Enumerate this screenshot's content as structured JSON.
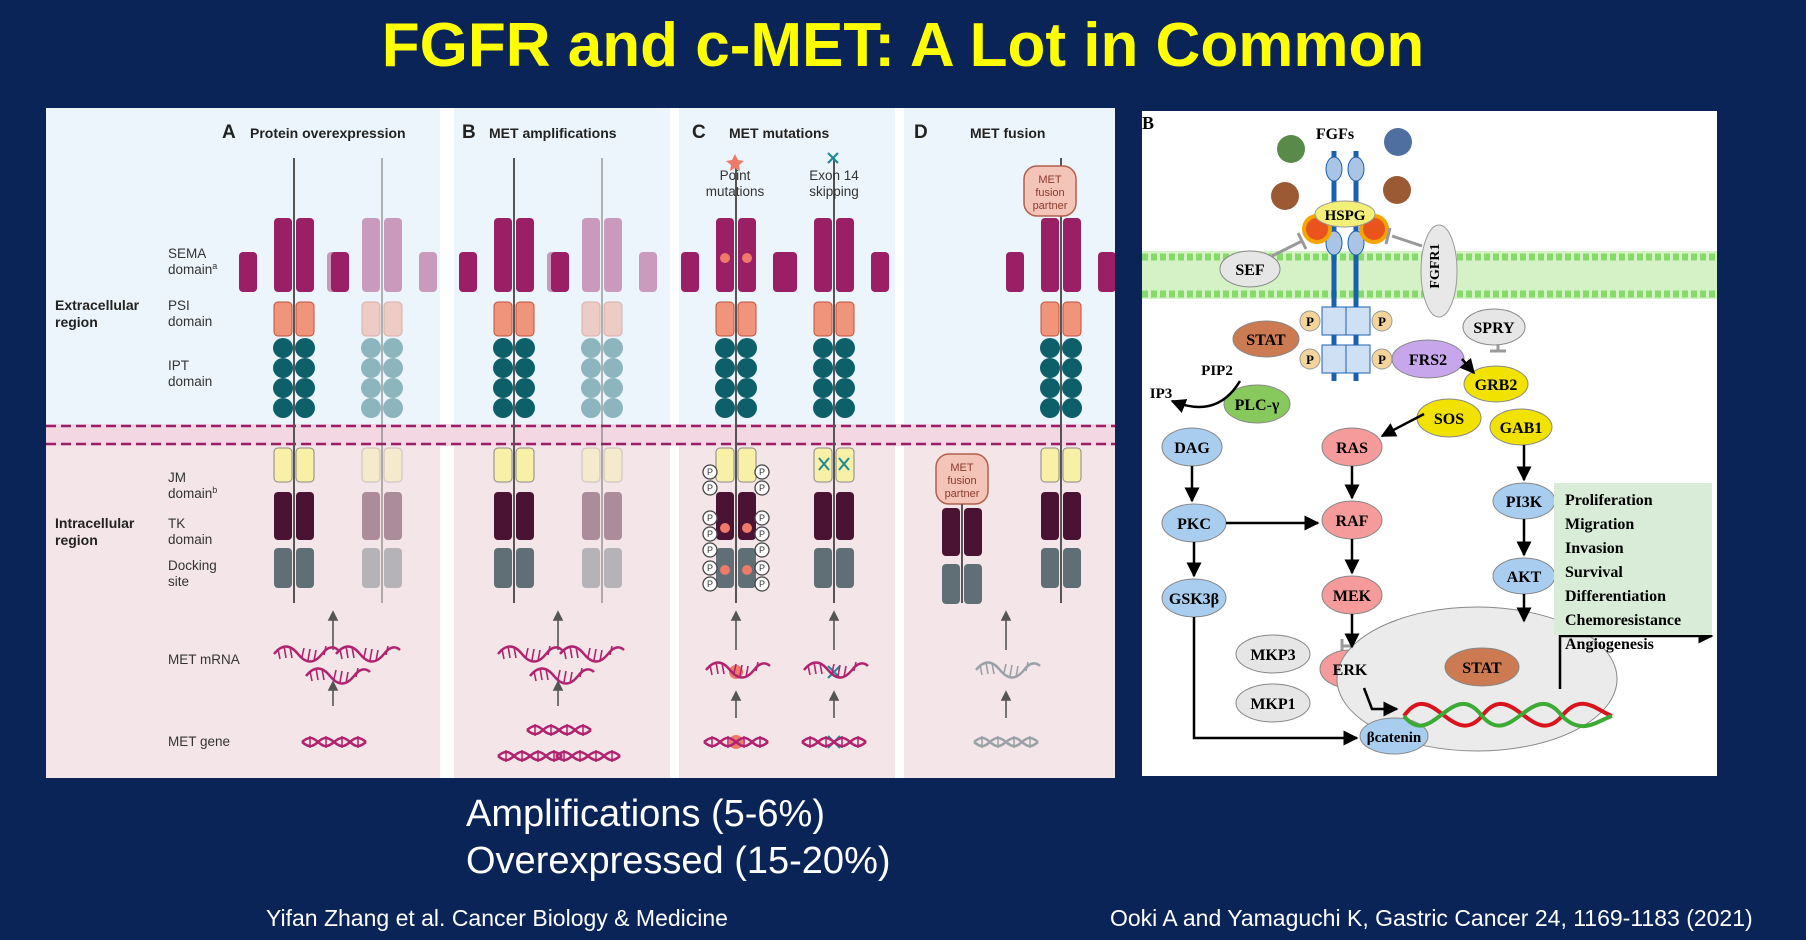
{
  "title": "FGFR and c-MET: A Lot in Common",
  "left_figure": {
    "panels": [
      {
        "letter": "A",
        "label": "Protein overexpression"
      },
      {
        "letter": "B",
        "label": "MET amplifications"
      },
      {
        "letter": "C",
        "label": "MET mutations"
      },
      {
        "letter": "D",
        "label": "MET fusion"
      }
    ],
    "regions": {
      "extracellular": [
        "Extracellular",
        "region"
      ],
      "intracellular": [
        "Intracellular",
        "region"
      ]
    },
    "domains": {
      "sema": [
        "SEMA",
        "domain",
        "a"
      ],
      "psi": [
        "PSI",
        "domain"
      ],
      "ipt": [
        "IPT",
        "domain"
      ],
      "jm": [
        "JM",
        "domain",
        "b"
      ],
      "tk": [
        "TK",
        "domain"
      ],
      "docking": [
        "Docking",
        "site"
      ],
      "mrna": "MET mRNA",
      "gene": "MET gene"
    },
    "mutation_labels": {
      "point": [
        "Point",
        "mutations"
      ],
      "exon": [
        "Exon 14",
        "skipping"
      ]
    },
    "fusion_partner": [
      "MET",
      "fusion",
      "partner"
    ],
    "phospho": "P"
  },
  "right_figure": {
    "panel_letter": "B",
    "fgfs": "FGFs",
    "nodes": {
      "hspg": "HSPG",
      "fgfr1": "FGFR1",
      "sef": "SEF",
      "stat_top": "STAT",
      "spry": "SPRY",
      "frs2": "FRS2",
      "pip2": "PIP2",
      "ip3": "IP3",
      "plc": "PLC-γ",
      "grb2": "GRB2",
      "sos": "SOS",
      "gab1": "GAB1",
      "dag": "DAG",
      "ras": "RAS",
      "pkc": "PKC",
      "raf": "RAF",
      "pi3k": "PI3K",
      "akt": "AKT",
      "gsk3b": "GSK3β",
      "mek": "MEK",
      "mkp3": "MKP3",
      "mkp1": "MKP1",
      "erk": "ERK",
      "stat_nuc": "STAT",
      "bcatenin": "βcatenin",
      "p": "P"
    },
    "outcomes": [
      "Proliferation",
      "Migration",
      "Invasion",
      "Survival",
      "Differentiation",
      "Chemoresistance",
      "Angiogenesis"
    ]
  },
  "stats": [
    "Amplifications (5-6%)",
    "Overexpressed (15-20%)"
  ],
  "citations": {
    "left": "Yifan Zhang et al. Cancer Biology & Medicine",
    "right": "Ooki A and Yamaguchi K, Gastric Cancer 24, 1169-1183 (2021)"
  }
}
